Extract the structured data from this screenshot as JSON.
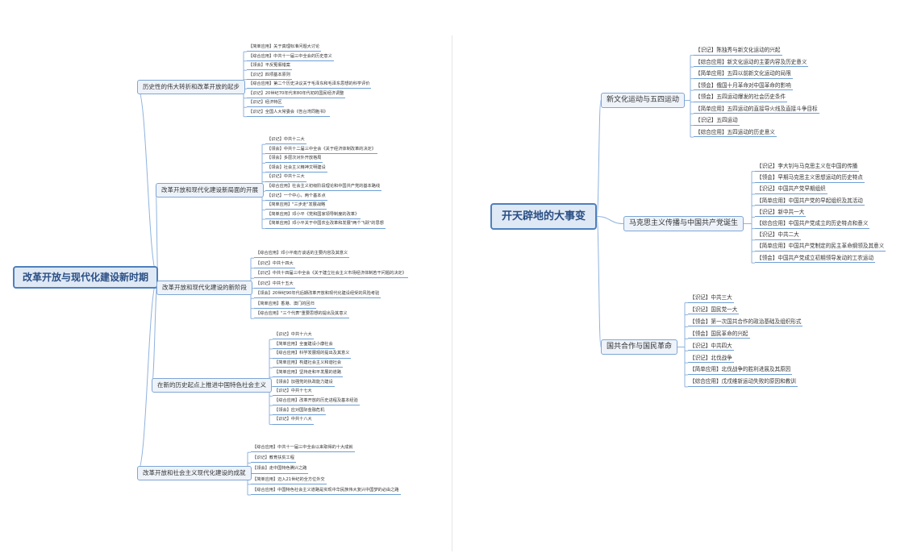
{
  "colors": {
    "root_border": "#4f80bd",
    "root_fill": "#dfe9f5",
    "branch_border": "#7fa6d4",
    "line": "#8fb3de"
  },
  "maps": [
    {
      "root": "改革开放与现代化建设新时期",
      "branches": [
        {
          "title": "历史性的伟大转折和改革开放的起步",
          "items": [
            "【简单应用】关于真理标准问题大讨论",
            "【综合应用】中共十一届三中全会的历史意义",
            "【领会】平反冤假错案",
            "【识记】四项基本原则",
            "【综合应用】第二个历史决议关于毛泽东和毛泽东思想的科学评价",
            "【识记】20世纪70年代末80年代初的国民经济调整",
            "【识记】经济特区",
            "【识记】全国人大常委会《告台湾同胞书》"
          ]
        },
        {
          "title": "改革开放和现代化建设新局面的开展",
          "items": [
            "【识记】中共十二大",
            "【领会】中共十二届三中全会《关于经济体制改革的决定》",
            "【领会】多层次对外开放格局",
            "【领会】社会主义精神文明建设",
            "【识记】中共十三大",
            "【综合应用】社会主义初级阶段理论和中国共产党的基本路线",
            "【识记】一个中心，两个基本点",
            "【简单应用】\"三步走\"发展战略",
            "【简单应用】邓小平《党和国家领导制度的改革》",
            "【简单应用】邓小平关于中国农业改革和发展\"两个飞跃\"的思想"
          ]
        },
        {
          "title": "改革开放和现代化建设的新阶段",
          "items": [
            "【综合应用】邓小平南方谈话的主要内容及其意义",
            "【识记】中共十四大",
            "【识记】中共十四届三中全会《关于建立社会主义市场经济体制若干问题的决定》",
            "【识记】中共十五大",
            "【领会】20世纪90年代后期改革开放和现代化建设经受的风险考验",
            "【简单应用】香港、澳门的回归",
            "【综合应用】\"三个代表\"重要思想的提出及其意义"
          ]
        },
        {
          "title": "在新的历史起点上推进中国特色社会主义",
          "items": [
            "【识记】中共十六大",
            "【简单应用】全面建设小康社会",
            "【综合应用】科学发展观的提出及其意义",
            "【简单应用】构建社会主义和谐社会",
            "【简单应用】坚持走和平发展的道路",
            "【领会】加强党的执政能力建设",
            "【识记】中共十七大",
            "【综合应用】改革开放的历史进程及基本经验",
            "【领会】应对国际金融危机",
            "【识记】中共十八大"
          ]
        },
        {
          "title": "改革开放和社会主义现代化建设的成就",
          "items": [
            "【综合应用】中共十一届三中全会以来取得的十大成就",
            "【识记】教育扶贫工程",
            "【领会】走中国特色腾兴之路",
            "【简单应用】迈入21世纪的全方位外交",
            "【综合应用】中国特色社会主义道路是实现中华民族伟大复兴中国梦的必由之路"
          ]
        }
      ]
    },
    {
      "root": "开天辟地的大事变",
      "branches": [
        {
          "title": "新文化运动与五四运动",
          "items": [
            "【识记】陈独秀与新文化运动的兴起",
            "【综合应用】新文化运动的主要内容及历史意义",
            "【简单应用】五四以前新文化运动的局限",
            "【领会】俄国十月革命对中国革命的影响",
            "【领会】五四运动爆发的社会历史条件",
            "【简单应用】五四运动的直接导火线及直接斗争目标",
            "【识记】五四运动",
            "【综合应用】五四运动的历史意义"
          ]
        },
        {
          "title": "马克思主义传播与中国共产党诞生",
          "items": [
            "【识记】李大钊与马克思主义在中国的传播",
            "【领会】早期马克思主义思想运动的历史特点",
            "【识记】中国共产党早期组织",
            "【简单应用】中国共产党的早起组织及其活动",
            "【识记】新中共一大",
            "【综合应用】中国共产党成立的历史特点和意义",
            "【识记】中共二大",
            "【简单应用】中国共产党制定的民主革命纲领及其意义",
            "【领会】中国共产党成立初期领导发动的工农运动"
          ]
        },
        {
          "title": "国共合作与国民革命",
          "items": [
            "【识记】中共三大",
            "【识记】国民党一大",
            "【领会】第一次国共合作的政治基础及组织形式",
            "【领会】国民革命的兴起",
            "【识记】中共四大",
            "【识记】北伐战争",
            "【简单应用】北伐战争的胜利进展及其原因",
            "【综合应用】戊戌维新运动失败的原因和教训"
          ]
        }
      ]
    }
  ]
}
